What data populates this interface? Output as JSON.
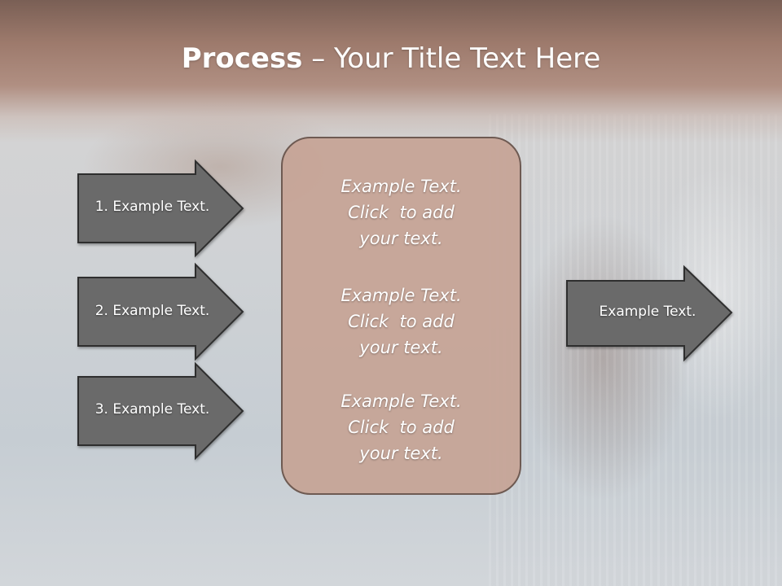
{
  "title": {
    "bold": "Process",
    "rest": " – Your Title Text Here"
  },
  "left_arrows": [
    {
      "label": "1. Example Text."
    },
    {
      "label": "2. Example Text."
    },
    {
      "label": "3. Example Text."
    }
  ],
  "center_blocks": [
    {
      "lines": [
        "Example Text.",
        "Click  to add",
        "your text."
      ]
    },
    {
      "lines": [
        "Example Text.",
        "Click  to add",
        "your text."
      ]
    },
    {
      "lines": [
        "Example Text.",
        "Click  to add",
        "your text."
      ]
    }
  ],
  "right_arrow": {
    "label": "Example Text."
  },
  "colors": {
    "header": "#9d7a6c",
    "arrow_fill": "#6b6b6b",
    "arrow_stroke": "#2f2f2f",
    "center_fill": "#c6a496",
    "center_stroke": "#6e5a52"
  }
}
